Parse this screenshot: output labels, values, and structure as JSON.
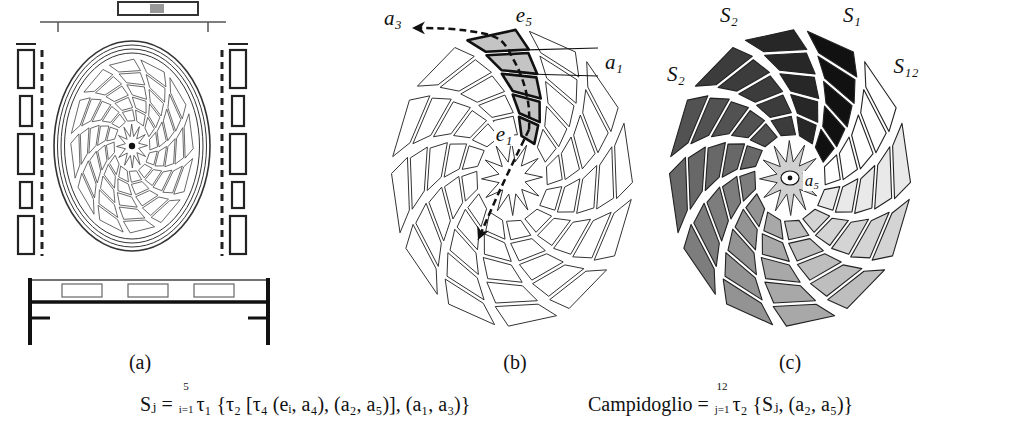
{
  "diagram": {
    "labels": [
      "(a)",
      "a₃",
      "e₅",
      "a₁",
      "e₁",
      "(b)",
      "S₂",
      "S₁",
      "S₂",
      "S₁₂",
      "a₅",
      "(c)",
      "Sⱼ =",
      "5",
      "i=1",
      "τ₁ {τ₂ [τ₄ (eᵢ, a₄), (a₂, a₅)], (a₁, a₃)}",
      "Campidoglio =",
      "12",
      "j=1",
      "τ₂ {Sⱼ, (a₂, a₅)}"
    ]
  }
}
